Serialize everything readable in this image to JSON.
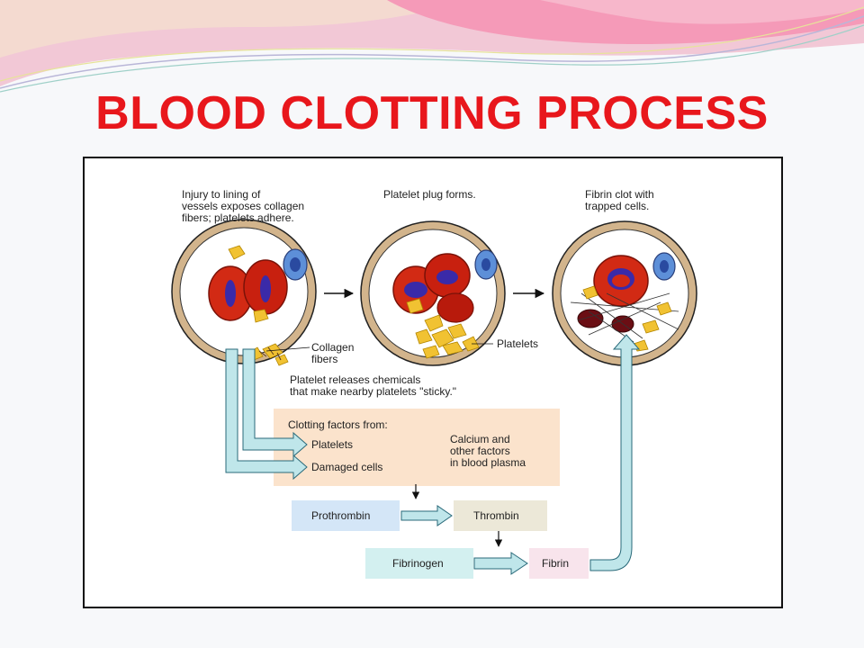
{
  "slide": {
    "title": "BLOOD CLOTTING PROCESS"
  },
  "diagram": {
    "stage_1_caption": "Injury to lining of\nvessels exposes collagen\nfibers; platelets adhere.",
    "stage_2_caption": "Platelet plug forms.",
    "stage_3_caption": "Fibrin clot with\ntrapped cells.",
    "collagen_label": "Collagen\nfibers",
    "platelets_label": "Platelets",
    "release_caption": "Platelet releases chemicals\nthat make nearby platelets \"sticky.\"",
    "factors_header": "Clotting factors from:",
    "factor_platelets": "Platelets",
    "factor_damaged_cells": "Damaged cells",
    "factor_plasma": "Calcium and\nother factors\nin blood plasma",
    "prothrombin": "Prothrombin",
    "thrombin": "Thrombin",
    "fibrinogen": "Fibrinogen",
    "fibrin": "Fibrin"
  },
  "colors": {
    "title": "#e8171c",
    "factors_box": "#fbe3cc",
    "prothrombin_box": "#d4e6f7",
    "thrombin_box": "#ece8d8",
    "fibrinogen_box": "#d3f0f0",
    "fibrin_box": "#f8e4ec",
    "arrow_fill": "#bfe6ea"
  }
}
